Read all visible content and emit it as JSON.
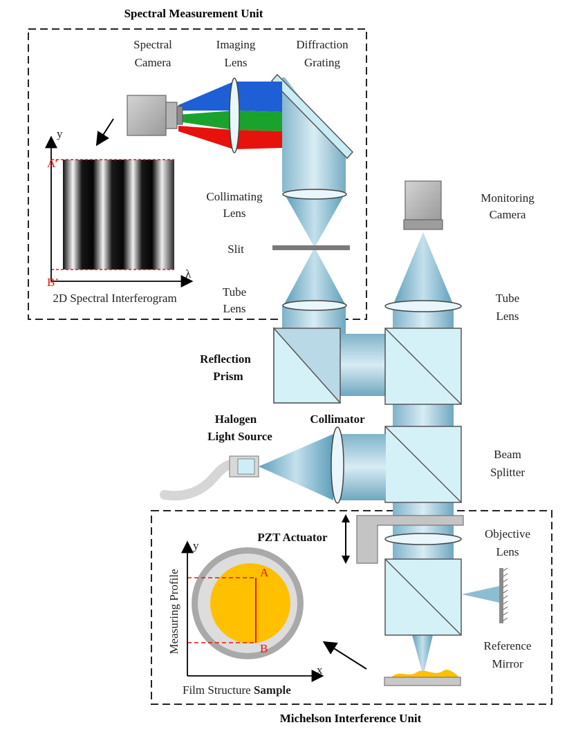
{
  "units": {
    "spectral_title": "Spectral Measurement Unit",
    "michelson_title": "Michelson Interference Unit"
  },
  "labels": {
    "spectral_camera": [
      "Spectral",
      "Camera"
    ],
    "imaging_lens": [
      "Imaging",
      "Lens"
    ],
    "diffraction_grating": [
      "Diffraction",
      "Grating"
    ],
    "collimating_lens": [
      "Collimating",
      "Lens"
    ],
    "slit": "Slit",
    "tube_lens_left": [
      "Tube",
      "Lens"
    ],
    "monitoring_camera": [
      "Monitoring",
      "Camera"
    ],
    "tube_lens_right": [
      "Tube",
      "Lens"
    ],
    "reflection_prism": [
      "Reflection",
      "Prism"
    ],
    "halogen": [
      "Halogen",
      "Light Source"
    ],
    "collimator": "Collimator",
    "beam_splitter": [
      "Beam",
      "Splitter"
    ],
    "pzt": "PZT Actuator",
    "objective_lens": [
      "Objective",
      "Lens"
    ],
    "reference_mirror": [
      "Reference",
      "Mirror"
    ]
  },
  "interferogram": {
    "y_label": "y",
    "x_label": "λ",
    "a_label": "A’",
    "b_label": "B’",
    "caption": "2D Spectral Interferogram"
  },
  "sample": {
    "y_label": "y",
    "x_label": "x",
    "a_label": "A",
    "b_label": "B",
    "vertical_label": "Measuring Profile",
    "caption_prefix": "Film Structure ",
    "caption_suffix": "Sample"
  },
  "colors": {
    "beam_light": "#cfe6f0",
    "beam_dark": "#6aa6c0",
    "cube_fill": "#d5f1f8",
    "red": "#e8120c",
    "green": "#1aa32c",
    "blue": "#1f5fd6",
    "film": "#ffc000",
    "ring": "#a9a9a9"
  }
}
